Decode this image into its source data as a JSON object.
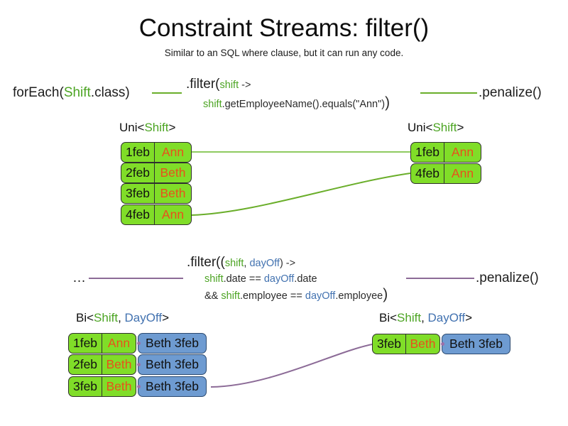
{
  "slide": {
    "title": "Constraint Streams: filter()",
    "subtitle": "Similar to an SQL where clause, but it can run any code."
  },
  "colors": {
    "shift_green": "#4CA423",
    "dayoff_blue": "#4272B0",
    "card_green": "#80DD28",
    "card_blue": "#6E9BD1",
    "name_orange": "#E8511B",
    "connector_green": "#6AAE2A",
    "connector_purple": "#8C6B97"
  },
  "row_uni": {
    "source_prefix": "forEach(",
    "source_type": "Shift",
    "source_suffix": ".class)",
    "filter_head": ".filter(",
    "filter_param": "shift",
    "filter_arrow": " ->",
    "filter_body_var": "shift",
    "filter_body_rest": ".getEmployeeName().equals(\"Ann\")",
    "filter_close": ")",
    "terminal": ".penalize()",
    "left_label_prefix": "Uni<",
    "left_label_type": "Shift",
    "left_label_suffix": ">",
    "right_label_prefix": "Uni<",
    "right_label_type": "Shift",
    "right_label_suffix": ">",
    "left_cards": [
      {
        "date": "1feb",
        "name": "Ann"
      },
      {
        "date": "2feb",
        "name": "Beth"
      },
      {
        "date": "3feb",
        "name": "Beth"
      },
      {
        "date": "4feb",
        "name": "Ann"
      }
    ],
    "right_cards": [
      {
        "date": "1feb",
        "name": "Ann"
      },
      {
        "date": "4feb",
        "name": "Ann"
      }
    ]
  },
  "row_bi": {
    "source_ellipsis": "…",
    "filter_head": ".filter((",
    "filter_param_a": "shift",
    "filter_param_sep": ", ",
    "filter_param_b": "dayOff",
    "filter_arrow": ") ->",
    "filter_line2_a": "shift",
    "filter_line2_mid": ".date == ",
    "filter_line2_b": "dayOff",
    "filter_line2_end": ".date",
    "filter_line3_pre": "&& ",
    "filter_line3_a": "shift",
    "filter_line3_mid": ".employee == ",
    "filter_line3_b": "dayOff",
    "filter_line3_end": ".employee",
    "filter_close": ")",
    "terminal": ".penalize()",
    "left_label_prefix": "Bi<",
    "left_label_type_a": "Shift",
    "left_label_sep": ", ",
    "left_label_type_b": "DayOff",
    "left_label_suffix": ">",
    "right_label_prefix": "Bi<",
    "right_label_type_a": "Shift",
    "right_label_sep": ", ",
    "right_label_type_b": "DayOff",
    "right_label_suffix": ">",
    "left_cards": [
      {
        "date": "1feb",
        "name": "Ann",
        "pair": "Beth 3feb"
      },
      {
        "date": "2feb",
        "name": "Beth",
        "pair": "Beth 3feb"
      },
      {
        "date": "3feb",
        "name": "Beth",
        "pair": "Beth 3feb"
      }
    ],
    "right_cards": [
      {
        "date": "3feb",
        "name": "Beth",
        "pair": "Beth 3feb"
      }
    ]
  }
}
